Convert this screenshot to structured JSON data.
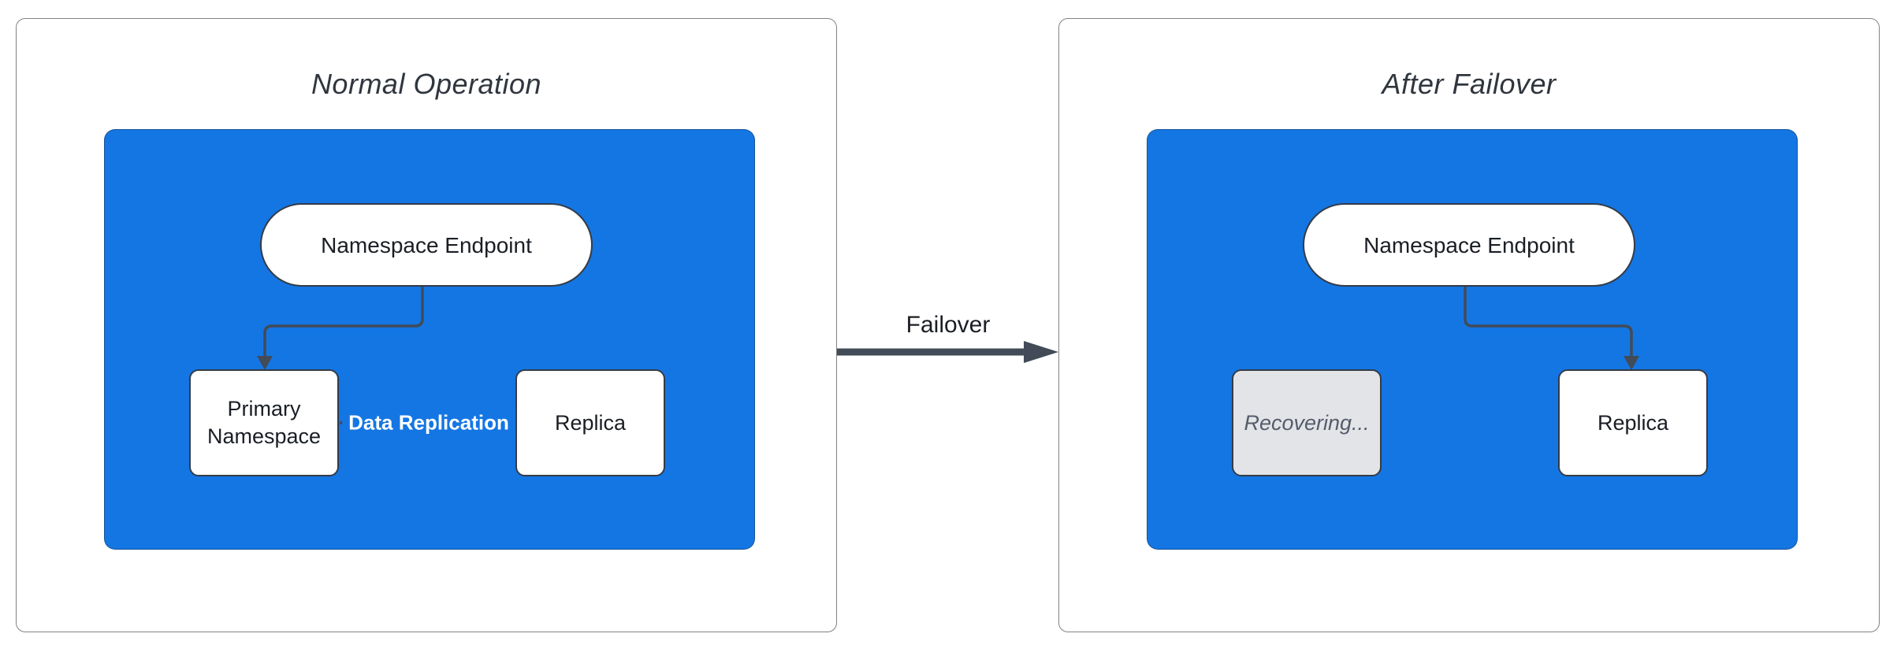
{
  "diagram": {
    "transition": {
      "label": "Failover"
    },
    "panels": [
      {
        "title": "Normal Operation",
        "nodes": {
          "endpoint": "Namespace Endpoint",
          "primary": "Primary Namespace",
          "replica": "Replica"
        },
        "edges": {
          "replication_label": "Data Replication"
        }
      },
      {
        "title": "After Failover",
        "nodes": {
          "endpoint": "Namespace Endpoint",
          "recovering": "Recovering...",
          "replica": "Replica"
        }
      }
    ]
  },
  "colors": {
    "container_blue": "#1476E3",
    "node_border": "#343B46",
    "edge_color": "#424B57",
    "node_text": "#1A1E24",
    "title_text": "#30363E",
    "recovering_fill": "#E2E4E8",
    "recovering_text": "#555C6A",
    "panel_border": "#828282",
    "edge_label_text": "#FFFFFF"
  }
}
